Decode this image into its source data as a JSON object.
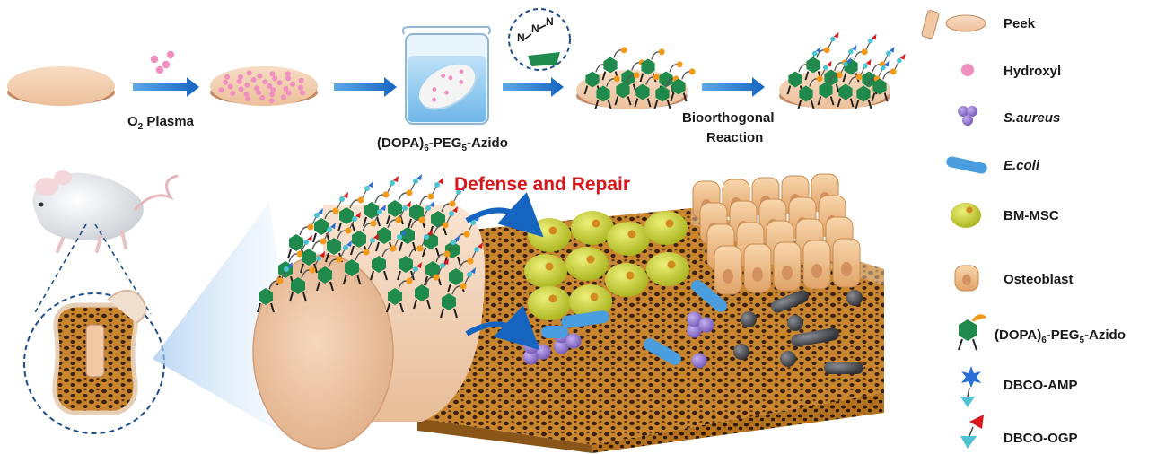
{
  "diagram": {
    "steps": {
      "plasma": {
        "main": "O",
        "sub": "2",
        "rest": " Plasma"
      },
      "coating": {
        "pre": "(DOPA)",
        "sub1": "6",
        "mid": "-PEG",
        "sub2": "5",
        "post": "-Azido"
      },
      "reaction": {
        "line1": "Bioorthogonal",
        "line2": "Reaction"
      }
    },
    "azide_symbol": {
      "n1": "N",
      "n2": "N",
      "n3": "N"
    },
    "title": "Defense and Repair"
  },
  "legend": {
    "peek": "Peek",
    "hydroxyl": "Hydroxyl",
    "saureus": "S.aureus",
    "ecoli": "E.coli",
    "bmmsc": "BM-MSC",
    "osteoblast": "Osteoblast",
    "dopa": {
      "pre": "(DOPA)",
      "sub1": "6",
      "mid": "-PEG",
      "sub2": "5",
      "post": "-Azido"
    },
    "amp": "DBCO-AMP",
    "ogp": "DBCO-OGP"
  },
  "colors": {
    "peek": "#f1c9a6",
    "hydroxyl": "#f08fc0",
    "saureus": "#9a7fd0",
    "ecoli": "#4a9ee0",
    "bmmsc": "#c8d12a",
    "osteoblast": "#f2c08a",
    "dopa": "#1f8a4c",
    "amp": "#2a6fd6",
    "ogp": "#d8161b",
    "arrow": "#1e74c8",
    "title": "#d8161b"
  }
}
